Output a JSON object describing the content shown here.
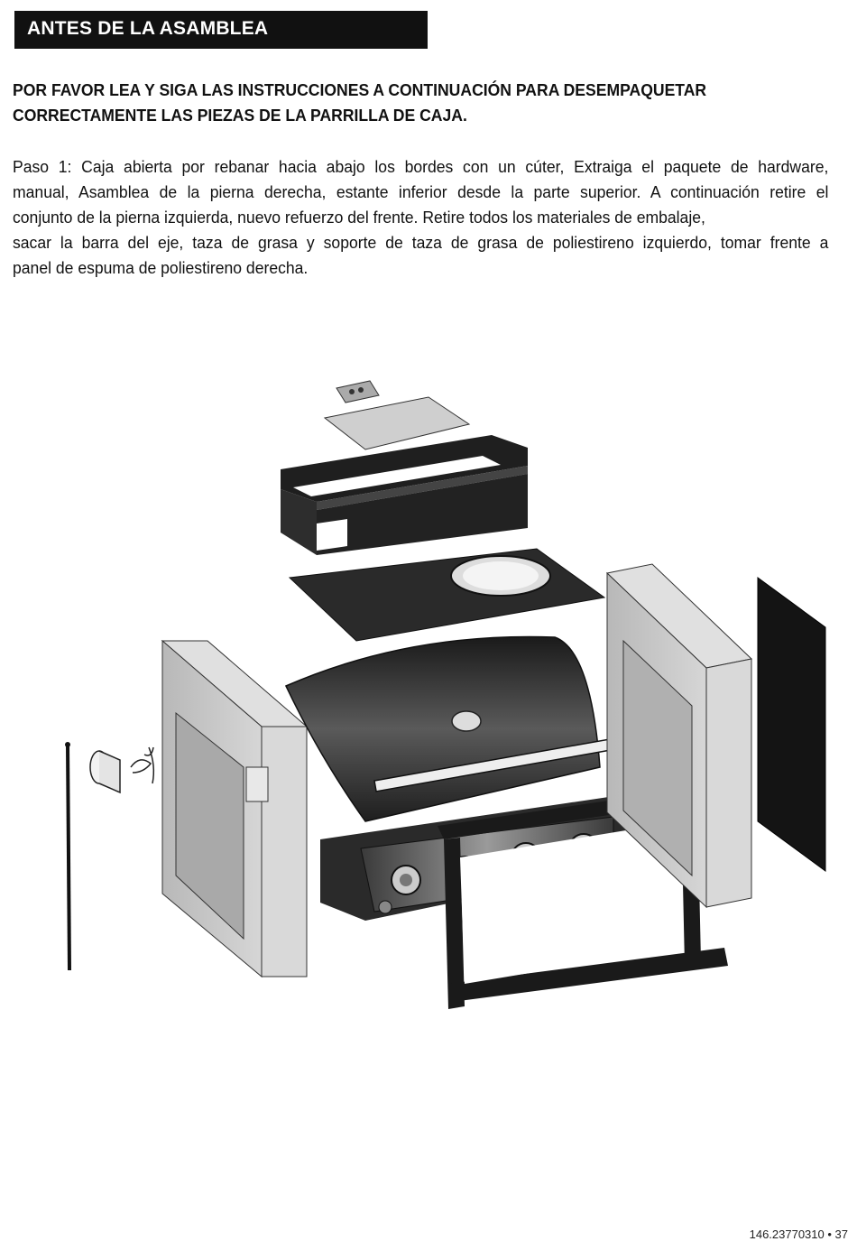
{
  "header": {
    "title": "ANTES DE LA ASAMBLEA"
  },
  "intro": {
    "lines": [
      "POR FAVOR LEA Y SIGA LAS INSTRUCCIONES A CONTINUACIÓN PARA DESEMPAQUETAR",
      "CORRECTAMENTE LAS PIEZAS DE LA PARRILLA DE CAJA."
    ]
  },
  "step1": {
    "lines": [
      "Paso 1: Caja abierta por rebanar hacia abajo los bordes con un cúter, Extraiga el paquete de hardware,",
      "manual, Asamblea de la pierna derecha, estante inferior desde la parte superior. A continuación retire el",
      "conjunto de la pierna izquierda, nuevo refuerzo del frente. Retire todos los materiales de embalaje,",
      "sacar la barra del eje, taza de grasa y soporte de taza de grasa de poliestireno izquierdo, tomar frente a",
      "panel de espuma de poliestireno derecha."
    ]
  },
  "footer": {
    "page_ref": "146.23770310 • 37"
  },
  "colors": {
    "header_bg": "#111111",
    "ink": "#111111",
    "foam": "#c8c8c8",
    "metal": "#2a2a2a"
  }
}
